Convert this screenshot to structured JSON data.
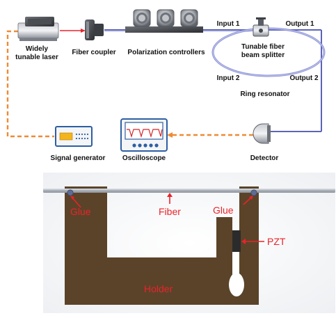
{
  "setup": {
    "laser_label_line1": "Widely",
    "laser_label_line2": "tunable laser",
    "coupler_label": "Fiber coupler",
    "polarization_label": "Polarization controllers",
    "splitter_label_line1": "Tunable fiber",
    "splitter_label_line2": "beam splitter",
    "input1": "Input 1",
    "output1": "Output 1",
    "input2": "Input 2",
    "output2": "Output 2",
    "ring_label": "Ring resonator",
    "detector_label": "Detector",
    "oscilloscope_label": "Oscilloscope",
    "signal_generator_label": "Signal generator"
  },
  "holder": {
    "glue_left": "Glue",
    "fiber": "Fiber",
    "glue_right": "Glue",
    "pzt": "PZT",
    "holder_label": "Holder"
  },
  "colors": {
    "fiber_blue": "#5c64b8",
    "ring_stroke": "#7e86d2",
    "laser_red": "#e8242a",
    "signal_orange": "#ef8a33",
    "holder_brown": "#5b4329",
    "annotation_red": "#e8242a",
    "fiber_gray": "#9aa3ae"
  }
}
